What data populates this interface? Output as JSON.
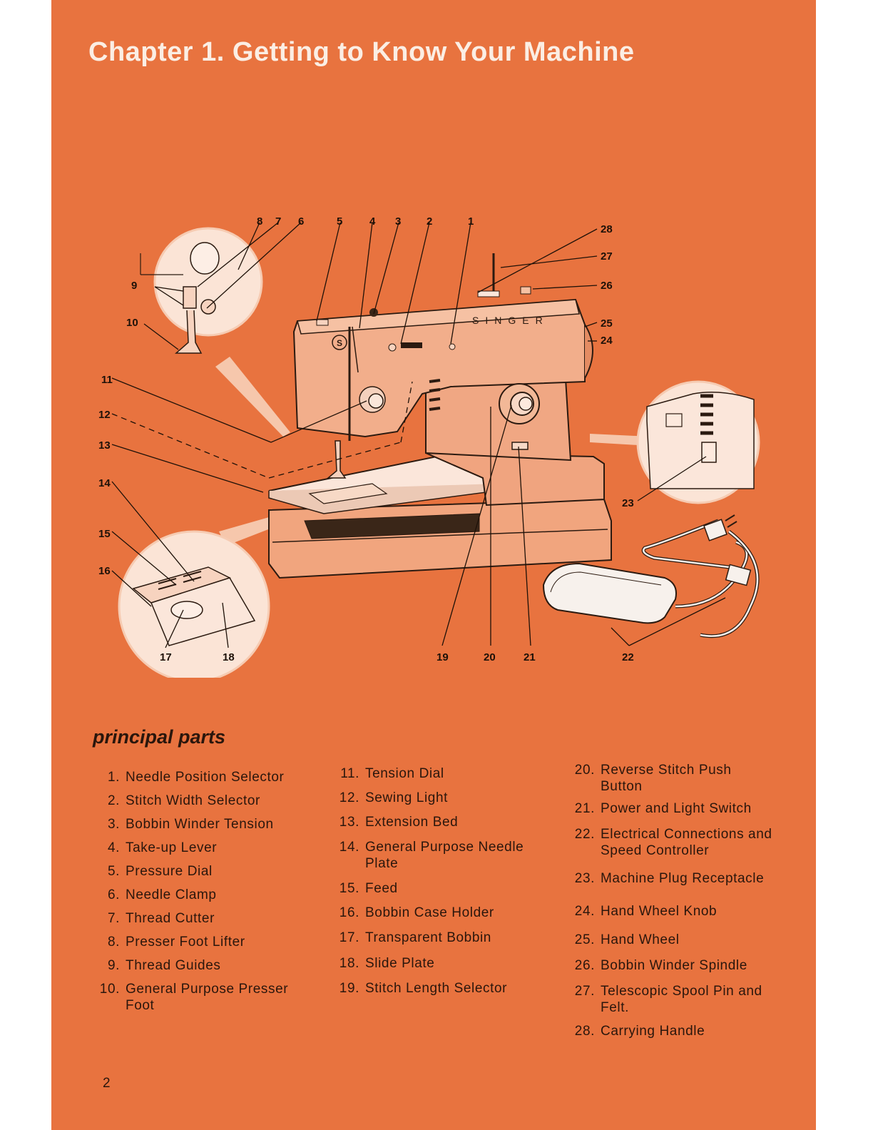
{
  "page": {
    "title": "Chapter 1. Getting to Know Your Machine",
    "section_heading": "principal parts",
    "page_number": "2",
    "colors": {
      "background": "#e8733f",
      "title": "#fbeee4",
      "text": "#2a160c"
    }
  },
  "figure": {
    "brand": "SINGER",
    "callouts": [
      "1",
      "2",
      "3",
      "4",
      "5",
      "6",
      "7",
      "8",
      "9",
      "10",
      "11",
      "12",
      "13",
      "14",
      "15",
      "16",
      "17",
      "18",
      "19",
      "20",
      "21",
      "22",
      "23",
      "24",
      "25",
      "26",
      "27",
      "28"
    ],
    "illustration_icons": [
      "sewing-machine",
      "presser-foot-detail",
      "needle-plate-detail",
      "power-receptacle-detail",
      "foot-controller",
      "power-plug"
    ]
  },
  "parts": {
    "col1": [
      {
        "num": "1.",
        "name": "Needle Position Selector"
      },
      {
        "num": "2.",
        "name": "Stitch Width Selector"
      },
      {
        "num": "3.",
        "name": "Bobbin Winder Tension"
      },
      {
        "num": "4.",
        "name": "Take-up Lever"
      },
      {
        "num": "5.",
        "name": "Pressure Dial"
      },
      {
        "num": "6.",
        "name": "Needle Clamp"
      },
      {
        "num": "7.",
        "name": "Thread Cutter"
      },
      {
        "num": "8.",
        "name": "Presser Foot Lifter"
      },
      {
        "num": "9.",
        "name": "Thread Guides"
      },
      {
        "num": "10.",
        "name": "General Purpose Presser Foot"
      }
    ],
    "col2": [
      {
        "num": "11.",
        "name": "Tension Dial"
      },
      {
        "num": "12.",
        "name": "Sewing Light"
      },
      {
        "num": "13.",
        "name": "Extension Bed"
      },
      {
        "num": "14.",
        "name": "General Purpose Needle Plate"
      },
      {
        "num": "15.",
        "name": "Feed"
      },
      {
        "num": "16.",
        "name": "Bobbin Case Holder"
      },
      {
        "num": "17.",
        "name": "Transparent Bobbin"
      },
      {
        "num": "18.",
        "name": "Slide Plate"
      },
      {
        "num": "19.",
        "name": "Stitch Length Selector"
      }
    ],
    "col3": [
      {
        "num": "20.",
        "name": "Reverse Stitch Push Button"
      },
      {
        "num": "21.",
        "name": "Power and Light Switch"
      },
      {
        "num": "22.",
        "name": "Electrical Connections and Speed Controller"
      },
      {
        "num": "23.",
        "name": "Machine Plug Receptacle"
      },
      {
        "num": "24.",
        "name": "Hand Wheel Knob"
      },
      {
        "num": "25.",
        "name": "Hand Wheel"
      },
      {
        "num": "26.",
        "name": "Bobbin Winder Spindle"
      },
      {
        "num": "27.",
        "name": "Telescopic Spool Pin and Felt."
      },
      {
        "num": "28.",
        "name": "Carrying Handle"
      }
    ]
  }
}
